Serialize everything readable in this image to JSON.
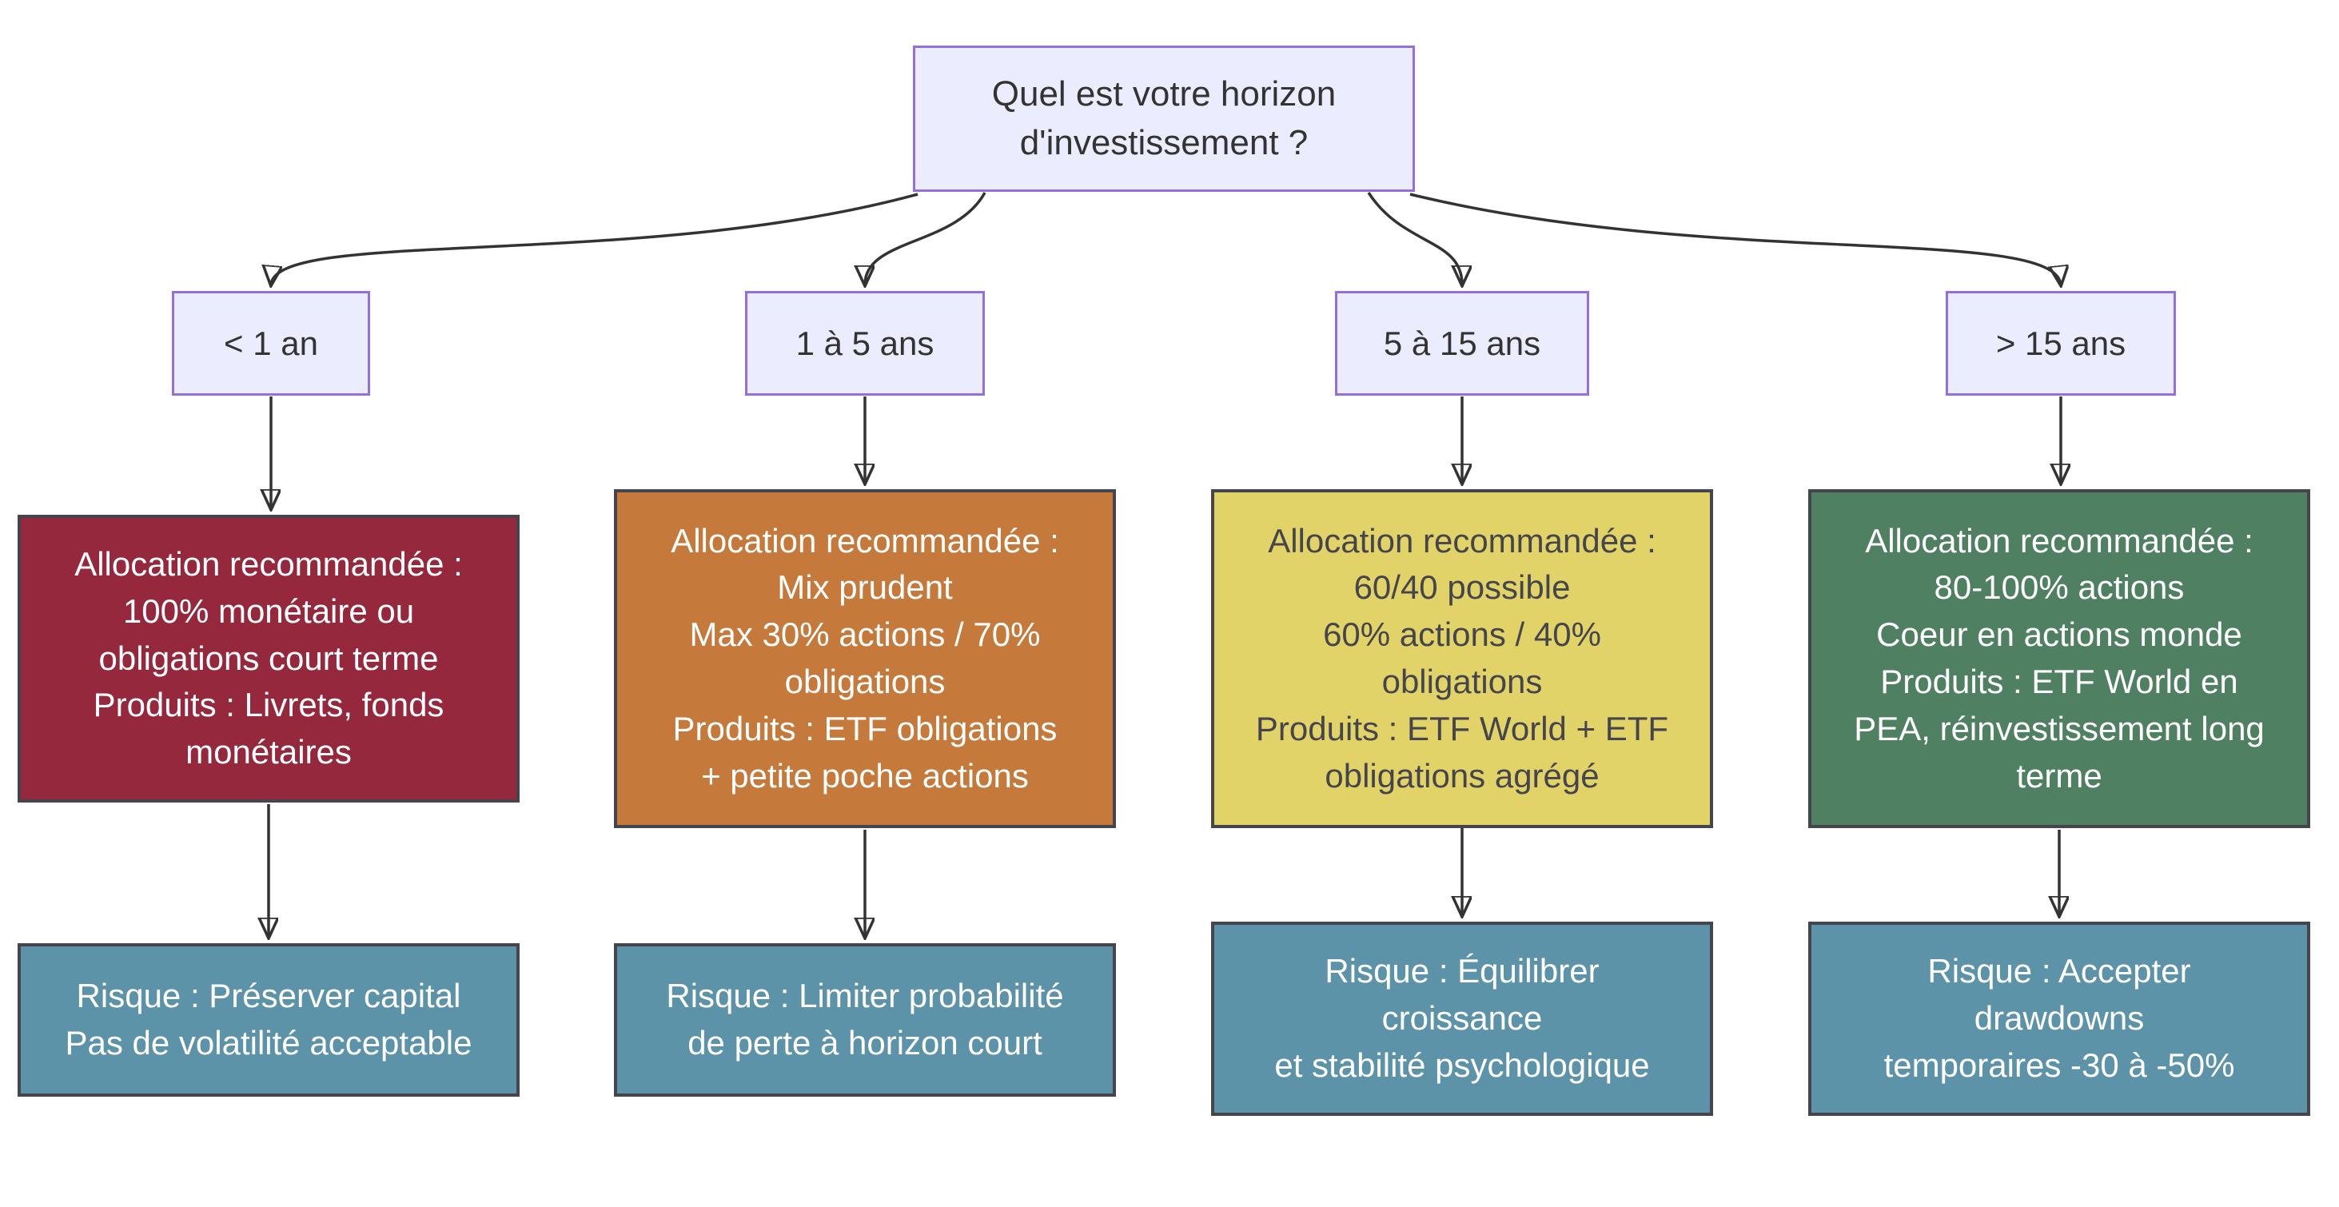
{
  "colors": {
    "question_fill": "#ECECFF",
    "question_border": "#9370DB",
    "question_text": "#333333",
    "edge": "#333333",
    "box_border": "#45454D",
    "risk_fill": "#5D93A8",
    "yellow_text": "#45454D",
    "light_text": "#FFFFFF",
    "allocation_short": "#96283E",
    "allocation_prudent": "#C5793B",
    "allocation_balanced": "#E2D368",
    "allocation_long": "#4F8062"
  },
  "root": {
    "lines": [
      "Quel est votre horizon",
      "d'investissement ?"
    ]
  },
  "branches": [
    {
      "horizon": "< 1 an",
      "color": "#96283E",
      "allocation_lines": [
        "Allocation recommandée :",
        "100% monétaire ou",
        "obligations court terme",
        "Produits : Livrets, fonds",
        "monétaires"
      ],
      "risk_color": "#5D93A8",
      "risk_lines": [
        "Risque : Préserver capital",
        "Pas de volatilité acceptable"
      ]
    },
    {
      "horizon": "1 à 5 ans",
      "color": "#C5793B",
      "allocation_lines": [
        "Allocation recommandée :",
        "Mix prudent",
        "Max 30% actions / 70%",
        "obligations",
        "Produits : ETF obligations",
        "+ petite poche actions"
      ],
      "risk_color": "#5D93A8",
      "risk_lines": [
        "Risque : Limiter probabilité",
        "de perte à horizon court"
      ]
    },
    {
      "horizon": "5 à 15 ans",
      "color": "#E2D368",
      "allocation_lines": [
        "Allocation recommandée :",
        "60/40 possible",
        "60% actions / 40%",
        "obligations",
        "Produits : ETF World + ETF",
        "obligations agrégé"
      ],
      "risk_color": "#5D93A8",
      "risk_lines": [
        "Risque : Équilibrer",
        "croissance",
        "et stabilité psychologique"
      ]
    },
    {
      "horizon": "> 15 ans",
      "color": "#4F8062",
      "allocation_lines": [
        "Allocation recommandée :",
        "80-100% actions",
        "Coeur en actions monde",
        "Produits : ETF World en",
        "PEA, réinvestissement long",
        "terme"
      ],
      "risk_color": "#5D93A8",
      "risk_lines": [
        "Risque : Accepter",
        "drawdowns",
        "temporaires -30 à -50%"
      ]
    }
  ]
}
